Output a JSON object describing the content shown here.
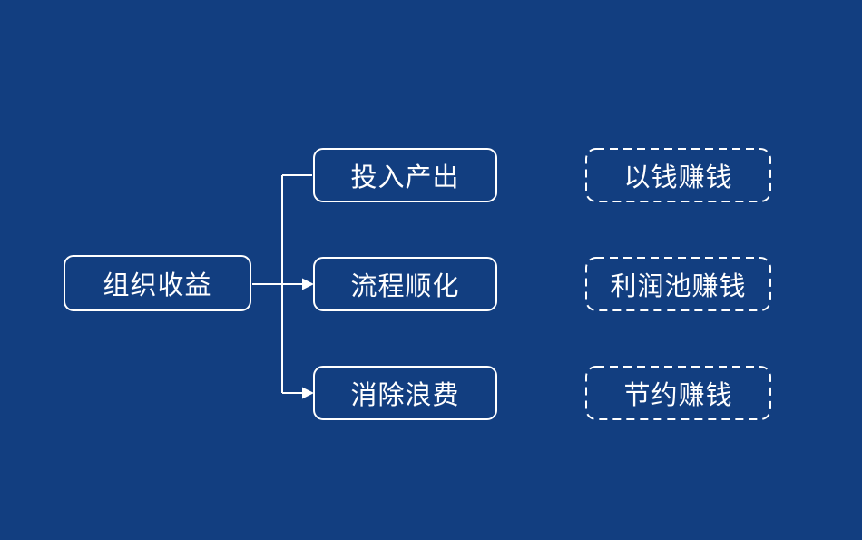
{
  "canvas": {
    "background_color": "#123e80",
    "stroke_color": "#ffffff",
    "text_color": "#ffffff"
  },
  "diagram": {
    "root_label": "组织收益",
    "middle_nodes": [
      "投入产出",
      "流程顺化",
      "消除浪费"
    ],
    "right_nodes": [
      "以钱赚钱",
      "利润池赚钱",
      "节约赚钱"
    ]
  }
}
